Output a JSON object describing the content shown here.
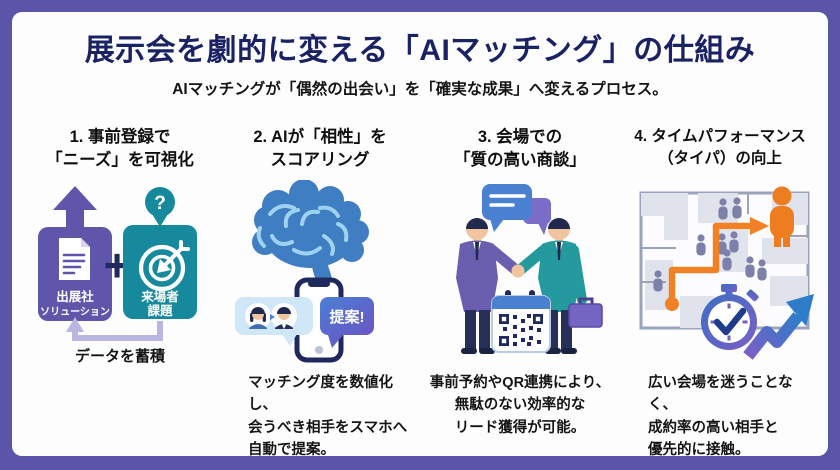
{
  "title": "展示会を劇的に変える「AIマッチング」の仕組み",
  "subtitle": "AIマッチングが「偶然の出会い」を「確実な成果」へ変えるプロセス。",
  "colors": {
    "frame_purple": "#5b54a8",
    "title_navy": "#1b2264",
    "card_purple": "#5f55ab",
    "card_teal": "#17899c",
    "accent_navy": "#1e2a5e",
    "accent_blue": "#4a7fd4",
    "accent_orange": "#f08125"
  },
  "steps": [
    {
      "heading_line1": "1. 事前登録で",
      "heading_line2": "「ニーズ」を可視化",
      "exhibitor_line1": "出展社",
      "exhibitor_line2": "ソリューション",
      "visitor_line1": "来場者",
      "visitor_line2": "課題",
      "plus": "+",
      "question": "?",
      "data_note": "データを蓄積"
    },
    {
      "heading_line1": "2. AIが「相性」を",
      "heading_line2": "スコアリング",
      "proposal_badge": "提案!",
      "caption_line1": "マッチング度を数値化し、",
      "caption_line2": "会うべき相手をスマホへ",
      "caption_line3": "自動で提案。"
    },
    {
      "heading_line1": "3. 会場での",
      "heading_line2": "「質の高い商談」",
      "caption_line1": "事前予約やQR連携により、",
      "caption_line2": "無駄のない効率的な",
      "caption_line3": "リード獲得が可能。"
    },
    {
      "heading_line1": "4. タイムパフォーマンス",
      "heading_line2": "（タイパ）の向上",
      "caption_line1": "広い会場を迷うことなく、",
      "caption_line2": "成約率の高い相手と",
      "caption_line3": "優先的に接触。"
    }
  ]
}
